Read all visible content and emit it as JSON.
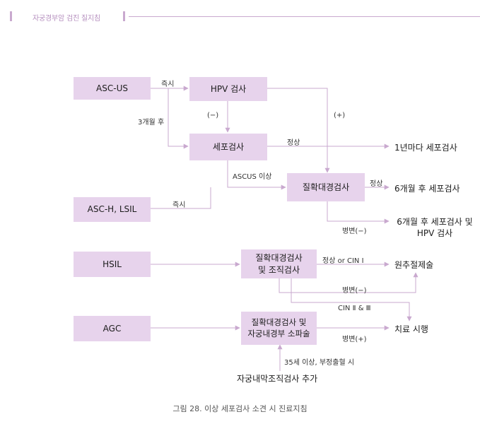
{
  "header": {
    "title": "자궁경부암 검진 질지침"
  },
  "boxes": {
    "asc_us": "ASC-US",
    "hpv": "HPV 검사",
    "cytology": "세포검사",
    "colposcopy": "질확대경검사",
    "asch_lsil": "ASC-H, LSIL",
    "hsil": "HSIL",
    "colpo_biopsy": "질확대경검사\n및 조직검사",
    "agc": "AGC",
    "colpo_ecc": "질확대경검사 및\n자궁내경부 소파술"
  },
  "labels": {
    "immediate_1": "즉시",
    "three_months": "3개월 후",
    "negative_1": "(−)",
    "positive_1": "(+)",
    "normal_1": "정상",
    "ascus_above": "ASCUS 이상",
    "immediate_2": "즉시",
    "normal_2": "정상",
    "lesion_neg_1": "병변(−)",
    "normal_or_cin1": "정상 or CIN Ⅰ",
    "lesion_neg_2": "병변(−)",
    "cin23": "CIN Ⅱ & Ⅲ",
    "lesion_pos": "병변(+)",
    "age35_bleeding": "35세 이상, 부정출혈 시"
  },
  "outcomes": {
    "yearly_cytology": "1년마다 세포검사",
    "six_month_cytology": "6개월 후 세포검사",
    "six_month_cyto_hpv": "6개월 후 세포검사 및\nHPV 검사",
    "conization": "원추절제술",
    "treatment": "치료 시행",
    "endometrial_biopsy": "자궁내막조직검사 추가"
  },
  "caption": "그림 28. 이상 세포검사 소견 시 진료지침",
  "colors": {
    "box_fill": "#e7d3ec",
    "line": "#c9a9cf",
    "accent_text": "#b690bf"
  }
}
